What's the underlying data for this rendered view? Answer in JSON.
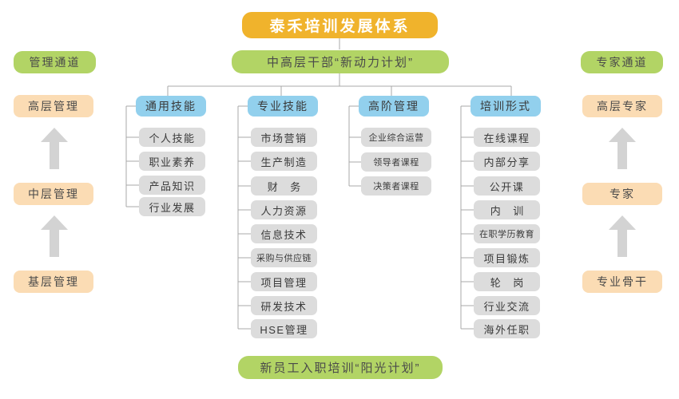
{
  "diagram": {
    "title": "泰禾培训发展体系",
    "subtitle": "中高层干部“新动力计划”",
    "footer": "新员工入职培训“阳光计划”",
    "colors": {
      "title_bg": "#F0B32C",
      "green_pill": "#B2D465",
      "peach_pill": "#FBDCB4",
      "blue_header": "#92D0ED",
      "gray_item": "#DCDCDC",
      "connector": "#A8A8A8",
      "arrow": "#D3D3D3"
    }
  },
  "left_channel": {
    "header": "管理通道",
    "levels": [
      "高层管理",
      "中层管理",
      "基层管理"
    ],
    "arrow_icon": "arrow-up-icon"
  },
  "right_channel": {
    "header": "专家通道",
    "levels": [
      "高层专家",
      "专家",
      "专业骨干"
    ],
    "arrow_icon": "arrow-up-icon"
  },
  "columns": [
    {
      "header": "通用技能",
      "items": [
        "个人技能",
        "职业素养",
        "产品知识",
        "行业发展"
      ]
    },
    {
      "header": "专业技能",
      "items": [
        "市场营销",
        "生产制造",
        "财 务",
        "人力资源",
        "信息技术",
        "采购与供应链",
        "项目管理",
        "研发技术",
        "HSE管理"
      ]
    },
    {
      "header": "高阶管理",
      "items": [
        "企业综合运营",
        "领导者课程",
        "决策者课程"
      ]
    },
    {
      "header": "培训形式",
      "items": [
        "在线课程",
        "内部分享",
        "公开课",
        "内 训",
        "在职学历教育",
        "项目锻炼",
        "轮 岗",
        "行业交流",
        "海外任职"
      ]
    }
  ]
}
